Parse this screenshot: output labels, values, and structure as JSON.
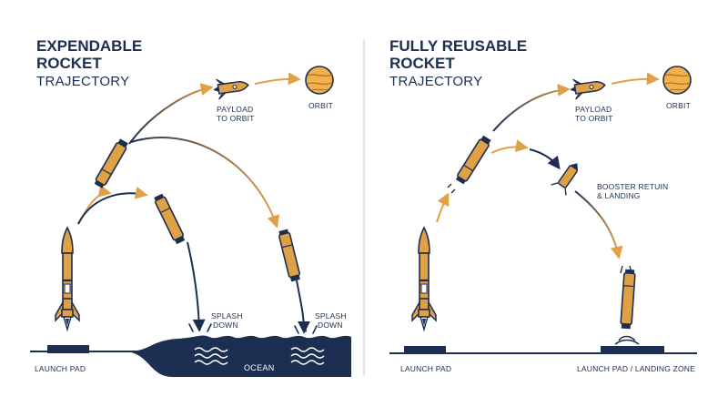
{
  "left_panel": {
    "title_line1": "EXPENDABLE",
    "title_line2": "ROCKET",
    "subtitle": "TRAJECTORY",
    "payload_label_1": "PAYLOAD",
    "payload_label_2": "TO ORBIT",
    "orbit_label": "ORBIT",
    "splash_label_a_1": "SPLASH",
    "splash_label_a_2": "DOWN",
    "splash_label_b_1": "SPLASH",
    "splash_label_b_2": "DOWN",
    "ocean_label": "OCEAN",
    "launch_pad_label": "LAUNCH PAD"
  },
  "right_panel": {
    "title_line1": "FULLY REUSABLE",
    "title_line2": "ROCKET",
    "subtitle": "TRAJECTORY",
    "payload_label_1": "PAYLOAD",
    "payload_label_2": "TO ORBIT",
    "orbit_label": "ORBIT",
    "booster_label_1": "BOOSTER RETUIN",
    "booster_label_2": "& LANDING",
    "launch_pad_label": "LAUNCH PAD",
    "landing_zone_label": "LAUNCH PAD / LANDING ZONE"
  },
  "colors": {
    "navy": "#1c2e52",
    "orange": "#e0a045",
    "orange_dark": "#b8761f",
    "planet": "#f2b04f",
    "ocean": "#1c2e52",
    "divider": "#d3d6db"
  },
  "icons": [
    "rocket-icon",
    "payload-icon",
    "planet-icon",
    "booster-icon",
    "wave-icon",
    "arrow-icon"
  ]
}
